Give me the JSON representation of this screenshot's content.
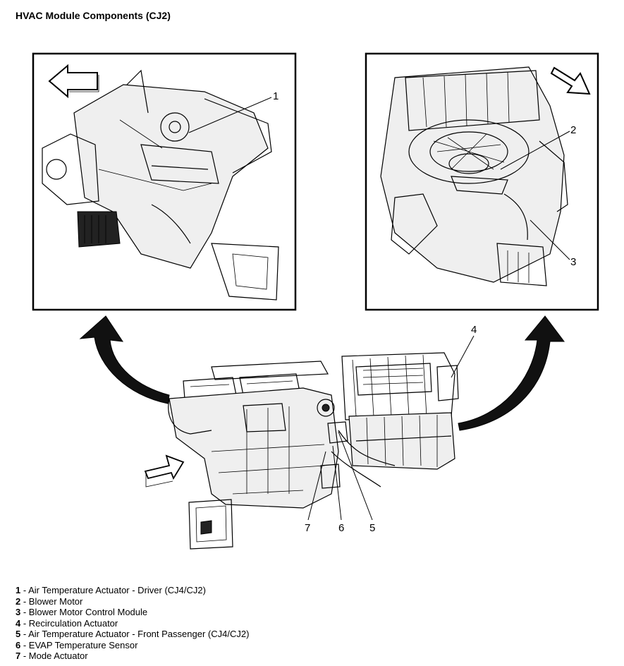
{
  "title": "HVAC Module Components (CJ2)",
  "callouts": [
    "1",
    "2",
    "3",
    "4",
    "5",
    "6",
    "7"
  ],
  "legend": [
    {
      "num": "1",
      "label": " - Air Temperature Actuator - Driver (CJ4/CJ2)"
    },
    {
      "num": "2",
      "label": " - Blower Motor"
    },
    {
      "num": "3",
      "label": " - Blower Motor Control Module"
    },
    {
      "num": "4",
      "label": " - Recirculation Actuator"
    },
    {
      "num": "5",
      "label": " - Air Temperature Actuator - Front Passenger (CJ4/CJ2)"
    },
    {
      "num": "6",
      "label": " - EVAP Temperature Sensor"
    },
    {
      "num": "7",
      "label": " - Mode Actuator"
    }
  ]
}
